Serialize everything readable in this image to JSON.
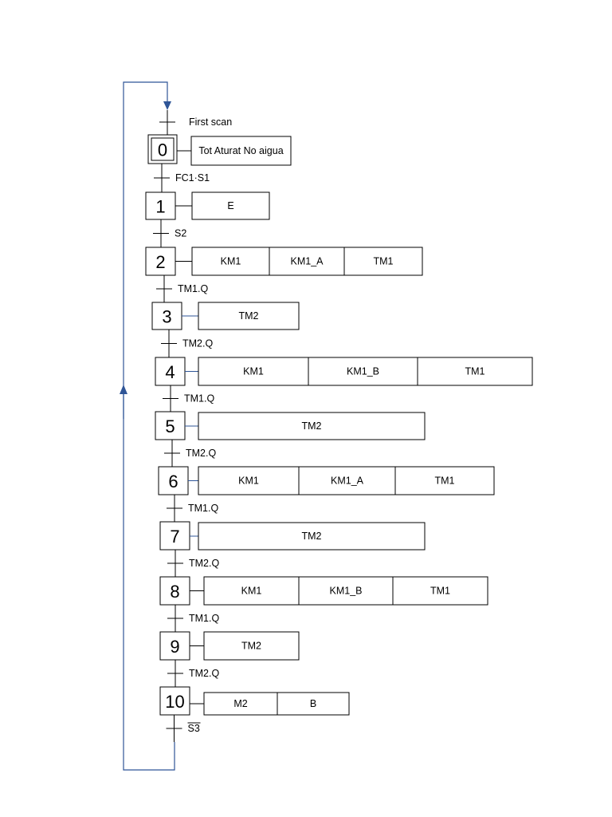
{
  "grafcet": {
    "first_transition": "First scan",
    "steps": [
      {
        "id": "0",
        "initial": true,
        "actions": [
          "Tot Aturat No aigua"
        ],
        "transition": "FC1·S1",
        "transition_negated": false
      },
      {
        "id": "1",
        "initial": false,
        "actions": [
          "E"
        ],
        "transition": "S2",
        "transition_negated": false
      },
      {
        "id": "2",
        "initial": false,
        "actions": [
          "KM1",
          "KM1_A",
          "TM1"
        ],
        "transition": "TM1.Q",
        "transition_negated": false
      },
      {
        "id": "3",
        "initial": false,
        "actions": [
          "TM2"
        ],
        "transition": "TM2.Q",
        "transition_negated": false
      },
      {
        "id": "4",
        "initial": false,
        "actions": [
          "KM1",
          "KM1_B",
          "TM1"
        ],
        "transition": "TM1.Q",
        "transition_negated": false
      },
      {
        "id": "5",
        "initial": false,
        "actions": [
          "TM2"
        ],
        "transition": "TM2.Q",
        "transition_negated": false
      },
      {
        "id": "6",
        "initial": false,
        "actions": [
          "KM1",
          "KM1_A",
          "TM1"
        ],
        "transition": "TM1.Q",
        "transition_negated": false
      },
      {
        "id": "7",
        "initial": false,
        "actions": [
          "TM2"
        ],
        "transition": "TM2.Q",
        "transition_negated": false
      },
      {
        "id": "8",
        "initial": false,
        "actions": [
          "KM1",
          "KM1_B",
          "TM1"
        ],
        "transition": "TM1.Q",
        "transition_negated": false
      },
      {
        "id": "9",
        "initial": false,
        "actions": [
          "TM2"
        ],
        "transition": "TM2.Q",
        "transition_negated": false
      },
      {
        "id": "10",
        "initial": false,
        "actions": [
          "M2",
          "B"
        ],
        "transition": "S3",
        "transition_negated": true
      }
    ],
    "colors": {
      "loop": "#2f5597",
      "line": "#000000"
    }
  }
}
